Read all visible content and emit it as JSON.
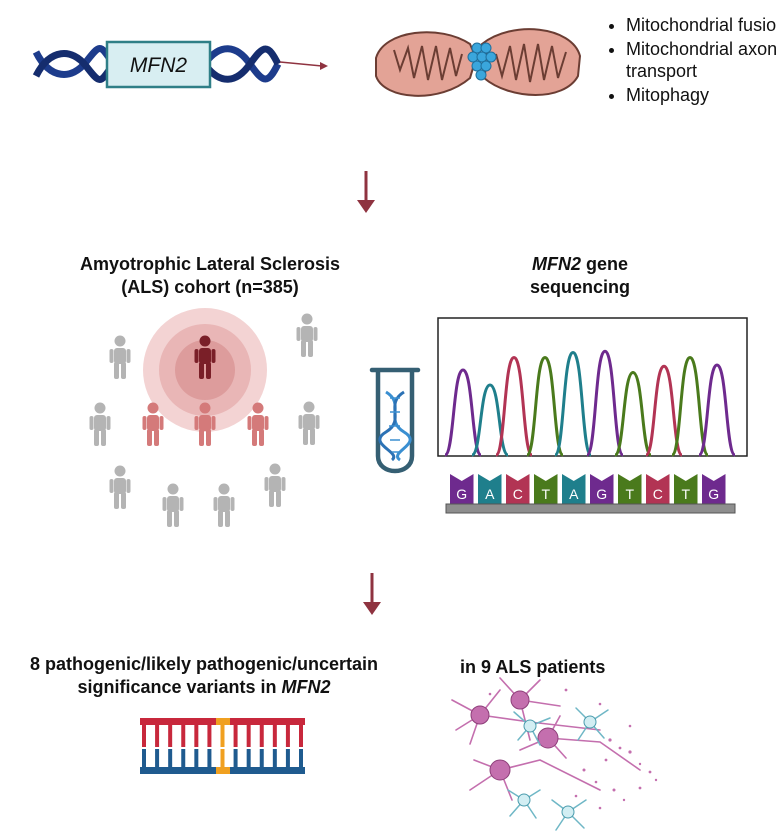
{
  "gene_box": {
    "label": "MFN2"
  },
  "functions": [
    {
      "label": "Mitochondrial fusion"
    },
    {
      "label": "Mitochondrial axonal transport"
    },
    {
      "label": "Mitophagy"
    }
  ],
  "cohort": {
    "line1": "Amyotrophic Lateral Sclerosis",
    "line2": "(ALS) cohort (n=385)"
  },
  "sequencing": {
    "gene": "MFN2",
    "line1_rest": " gene",
    "line2": "sequencing",
    "bases": [
      "G",
      "A",
      "C",
      "T",
      "A",
      "G",
      "T",
      "C",
      "T",
      "G"
    ]
  },
  "variants": {
    "line1": "8 pathogenic/likely pathogenic/uncertain",
    "line2_prefix": "significance variants in ",
    "line2_gene": "MFN2"
  },
  "patients": {
    "label": "in 9 ALS patients"
  },
  "colors": {
    "arrow": "#8f3340",
    "dna_strand": "#1d3c8c",
    "gene_box_fill": "#d8eef2",
    "gene_box_stroke": "#2f7f87",
    "base_G": "#6e2a8e",
    "base_A": "#1f7f8c",
    "base_C": "#b23454",
    "base_T": "#4a7a1c"
  }
}
